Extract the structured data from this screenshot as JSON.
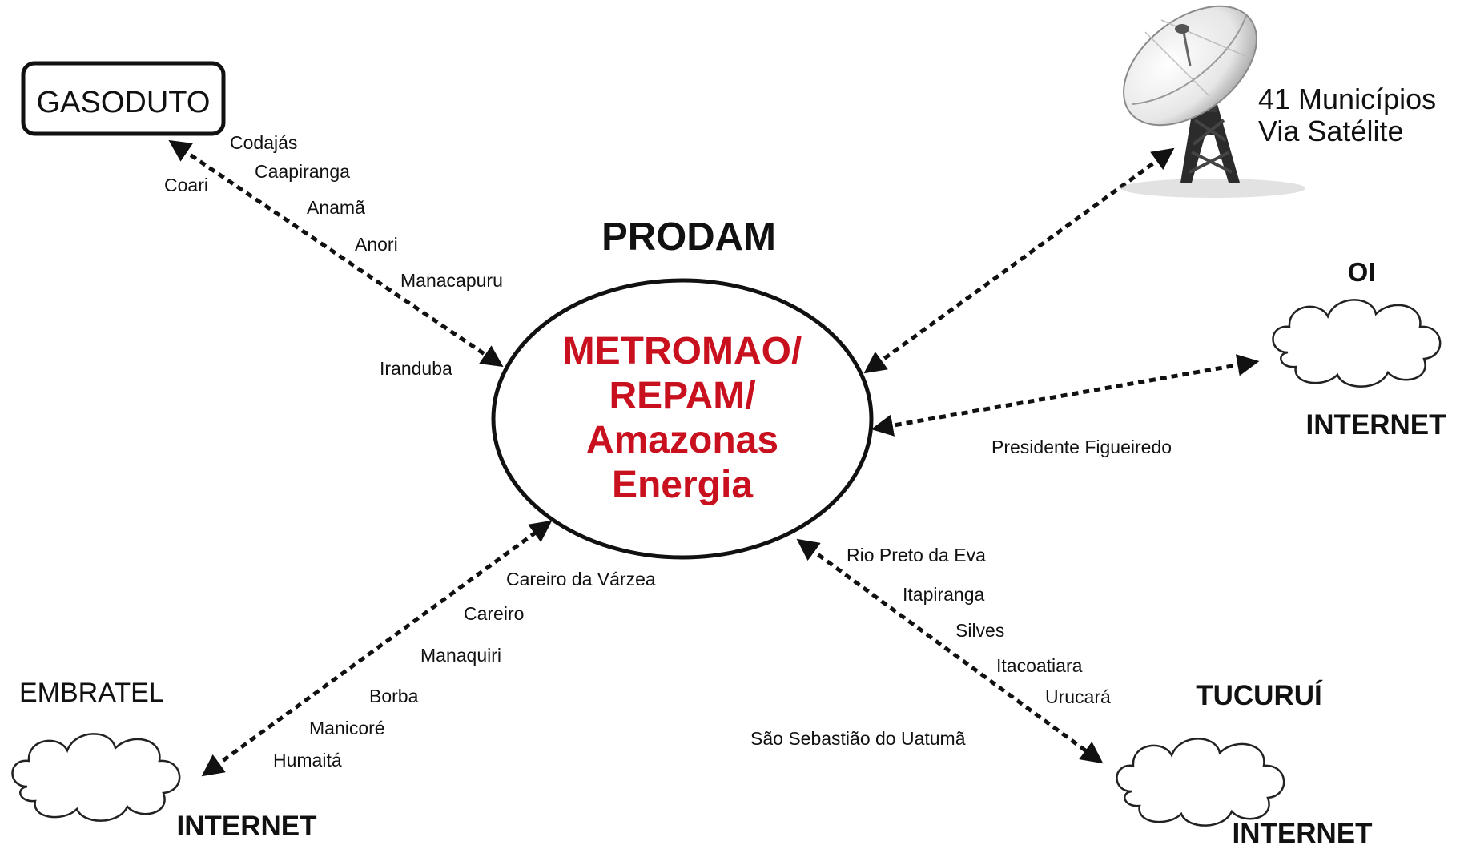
{
  "center": {
    "header": "PRODAM",
    "lines": [
      "METROMAO/",
      "REPAM/",
      "Amazonas",
      "Energia"
    ],
    "color": "#c8101e"
  },
  "gasoduto": {
    "label": "GASODUTO",
    "towns": [
      "Codajás",
      "Caapiranga",
      "Coari",
      "Anamã",
      "Anori",
      "Manacapuru",
      "Iranduba"
    ]
  },
  "satellite": {
    "icon": "satellite-dish-icon",
    "lines": [
      "41 Municípios",
      "Via Satélite"
    ]
  },
  "oi": {
    "name": "OI",
    "internet": "INTERNET",
    "towns": [
      "Presidente Figueiredo"
    ]
  },
  "embratel": {
    "name": "EMBRATEL",
    "internet": "INTERNET",
    "towns": [
      "Careiro da Várzea",
      "Careiro",
      "Manaquiri",
      "Borba",
      "Manicoré",
      "Humaitá"
    ]
  },
  "tucurui": {
    "name": "TUCURUÍ",
    "internet": "INTERNET",
    "towns": [
      "Rio Preto da Eva",
      "Itapiranga",
      "Silves",
      "Itacoatiara",
      "Urucará",
      "São Sebastião do Uatumã"
    ]
  }
}
